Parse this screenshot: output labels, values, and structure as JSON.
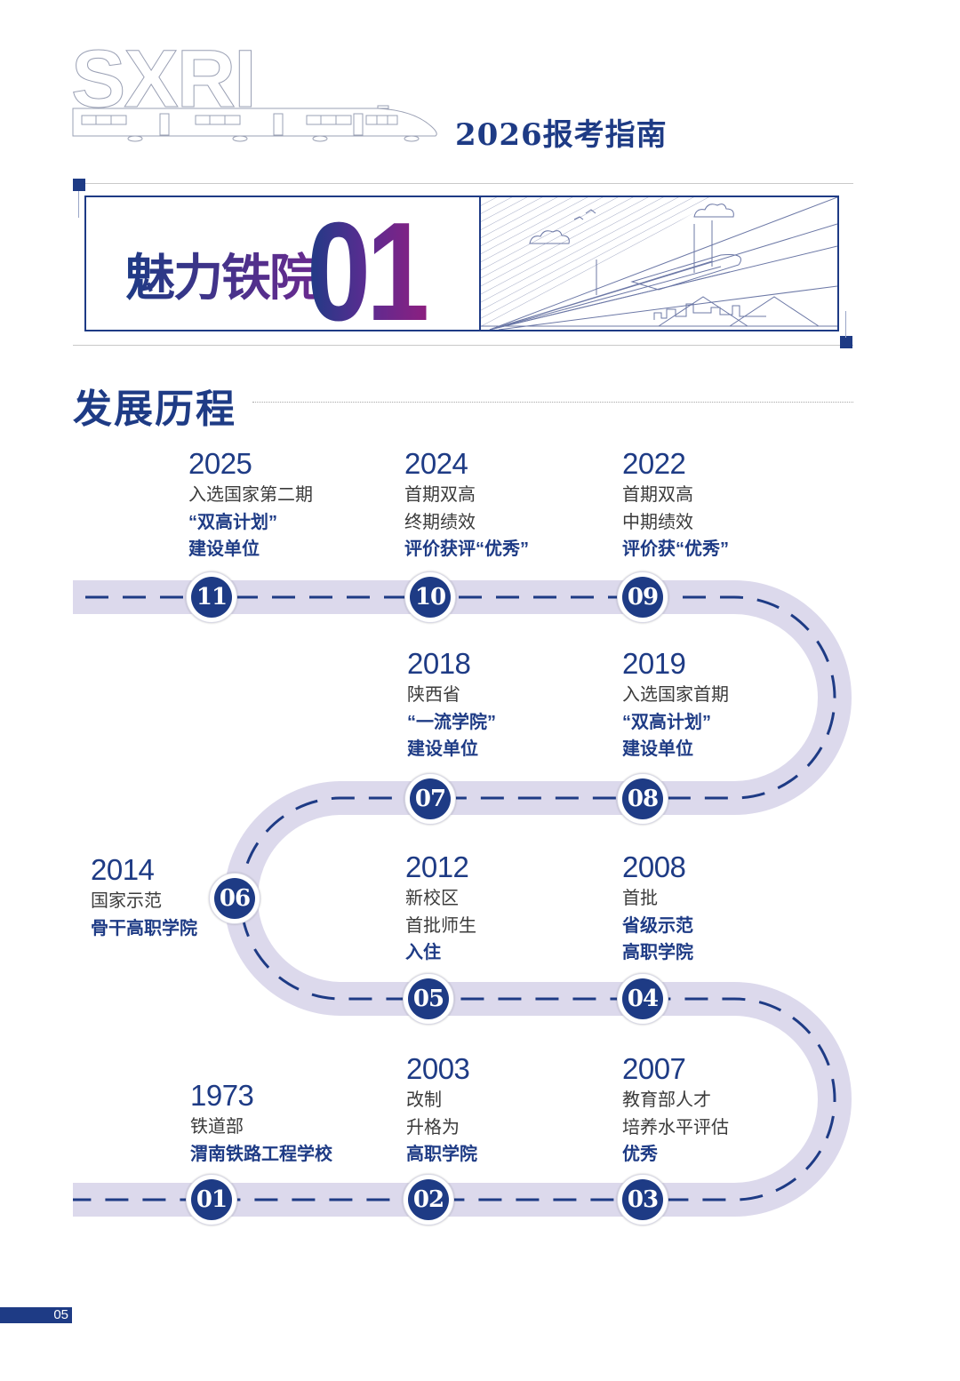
{
  "header": {
    "logo_text": "SXRI",
    "guide_title": "2026报考指南"
  },
  "banner": {
    "title": "魅力铁院",
    "chapter_number": "01",
    "illustration": "high-speed-train-on-bridge-illustration"
  },
  "section": {
    "title": "发展历程"
  },
  "colors": {
    "primary": "#1e3b85",
    "road": "#dcd9ec",
    "accent_purple": "#8c1f80"
  },
  "timeline": {
    "events": [
      {
        "id": "01",
        "year": "1973",
        "lines": [
          "铁道部"
        ],
        "bold_lines": [
          "渭南铁路工程学校"
        ]
      },
      {
        "id": "02",
        "year": "2003",
        "lines": [
          "改制",
          "升格为"
        ],
        "bold_lines": [
          "高职学院"
        ]
      },
      {
        "id": "03",
        "year": "2007",
        "lines": [
          "教育部人才",
          "培养水平评估"
        ],
        "bold_lines": [
          "优秀"
        ]
      },
      {
        "id": "04",
        "year": "2008",
        "lines": [
          "首批"
        ],
        "bold_lines": [
          "省级示范",
          "高职学院"
        ]
      },
      {
        "id": "05",
        "year": "2012",
        "lines": [
          "新校区",
          "首批师生"
        ],
        "bold_lines": [
          "入住"
        ]
      },
      {
        "id": "06",
        "year": "2014",
        "lines": [
          "国家示范"
        ],
        "bold_lines": [
          "骨干高职学院"
        ]
      },
      {
        "id": "07",
        "year": "2018",
        "lines": [
          "陕西省"
        ],
        "bold_lines": [
          "“一流学院”",
          "建设单位"
        ]
      },
      {
        "id": "08",
        "year": "2019",
        "lines": [
          "入选国家首期"
        ],
        "bold_lines": [
          "“双高计划”",
          "建设单位"
        ]
      },
      {
        "id": "09",
        "year": "2022",
        "lines": [
          "首期双高",
          "中期绩效"
        ],
        "bold_lines": [
          "评价获“优秀”"
        ]
      },
      {
        "id": "10",
        "year": "2024",
        "lines": [
          "首期双高",
          "终期绩效"
        ],
        "bold_lines": [
          "评价获评“优秀”"
        ]
      },
      {
        "id": "11",
        "year": "2025",
        "lines": [
          "入选国家第二期"
        ],
        "bold_lines": [
          "“双高计划”",
          "建设单位"
        ]
      }
    ]
  },
  "footer": {
    "page_number": "05"
  }
}
